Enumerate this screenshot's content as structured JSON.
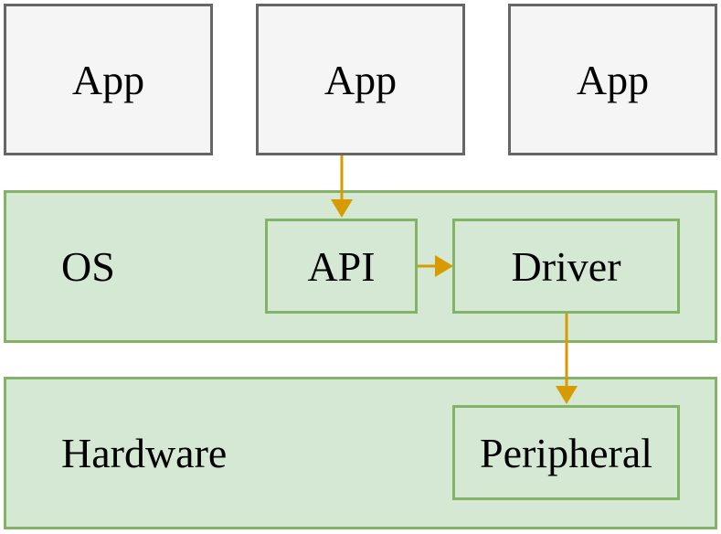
{
  "apps": [
    "App",
    "App",
    "App"
  ],
  "os": {
    "label": "OS",
    "api": "API",
    "driver": "Driver"
  },
  "hardware": {
    "label": "Hardware",
    "peripheral": "Peripheral"
  },
  "colors": {
    "arrow": "#d79b00",
    "green_fill": "#d5e8d4",
    "green_stroke": "#82b366",
    "app_fill": "#f5f5f5",
    "app_stroke": "#666666"
  }
}
